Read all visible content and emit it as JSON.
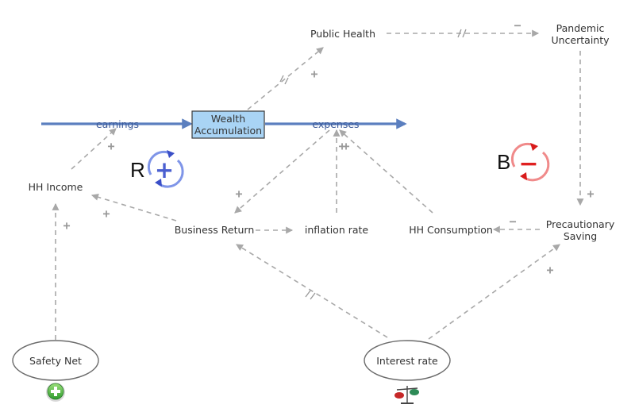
{
  "variables": {
    "public_health": "Public Health",
    "pandemic_uncertainty_1": "Pandemic",
    "pandemic_uncertainty_2": "Uncertainty",
    "hh_income": "HH Income",
    "business_return": "Business Return",
    "inflation_rate": "inflation rate",
    "hh_consumption": "HH Consumption",
    "precautionary_saving_1": "Precautionary",
    "precautionary_saving_2": "Saving",
    "safety_net": "Safety Net",
    "interest_rate": "Interest rate"
  },
  "stock": {
    "line1": "Wealth",
    "line2": "Accumulation"
  },
  "flows": {
    "inflow": "earnings",
    "outflow": "expenses"
  },
  "loops": {
    "reinforcing": {
      "letter": "R",
      "sign": "+"
    },
    "balancing": {
      "letter": "B",
      "sign": "−"
    }
  },
  "polarities": {
    "wealth_to_public_health": "+",
    "public_health_to_uncertainty": "−",
    "uncertainty_to_saving": "+",
    "saving_to_consumption": "−",
    "income_to_earnings": "+",
    "business_to_income": "+",
    "safety_net_to_income": "+",
    "expenses_to_business": "+",
    "inflation_to_expenses": "+",
    "consumption_to_expenses": "+",
    "interest_to_saving": "+"
  },
  "colors": {
    "flow": "#5b7fbf",
    "stock_fill": "#a9d4f5",
    "link": "#a8a8a8",
    "reinforcing_loop": "#4a5fd0",
    "balancing_loop": "#e02020"
  }
}
